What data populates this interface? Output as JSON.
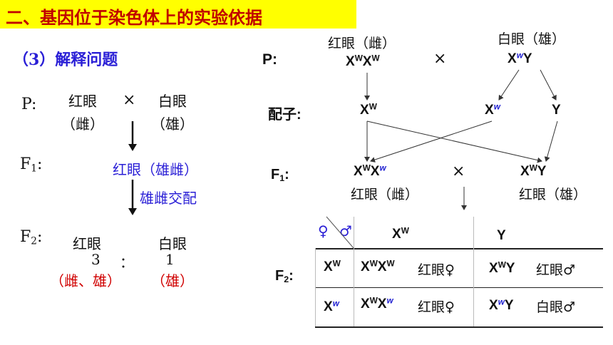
{
  "title": "二、基因位于染色体上的实验依据",
  "section": "（3）解释问题",
  "left": {
    "p_label": "P:",
    "parent_female": {
      "line1": "红眼",
      "line2": "（雌）"
    },
    "cross": "×",
    "parent_male": {
      "line1": "白眼",
      "line2": "（雄）"
    },
    "f1_label": "F",
    "f1_sub": "1",
    "f1_colon": ":",
    "f1_text": "红眼（雄雌）",
    "mating": "雄雌交配",
    "f2_label": "F",
    "f2_sub": "2",
    "f2_colon": ":",
    "f2_red": "红眼",
    "f2_white": "白眼",
    "ratio_3": "3",
    "ratio_colon": "：",
    "ratio_1": "1",
    "f2_red_sex": "（雌、雄）",
    "f2_white_sex": "（雄）"
  },
  "right": {
    "p_label": "P:",
    "female_label": "红眼（雌）",
    "male_label": "白眼（雄）",
    "cross": "×",
    "gametes_label": "配子:",
    "f1_label": "F",
    "f1_sub": "1",
    "f1_colon": ":",
    "f1_female_label": "红眼（雌）",
    "f1_male_label": "红眼（雄）",
    "f2_label": "F",
    "f2_sub": "2",
    "f2_colon": ":",
    "table": {
      "corner_female": "♀",
      "corner_male": "♂",
      "header_xw": "X",
      "header_y": "Y",
      "row1_pheno_f": "红眼♀",
      "row1_pheno_m": "红眼♂",
      "row2_pheno_f": "红眼♀",
      "row2_pheno_m": "白眼♂"
    },
    "alleles": {
      "X": "X",
      "Y": "Y",
      "dominant": "W",
      "recessive": "w"
    }
  },
  "colors": {
    "banner": "#ffff00",
    "title": "#c00000",
    "blue": "#2a1fd6",
    "red": "#d00000",
    "recessive": "#1c1cd0"
  }
}
